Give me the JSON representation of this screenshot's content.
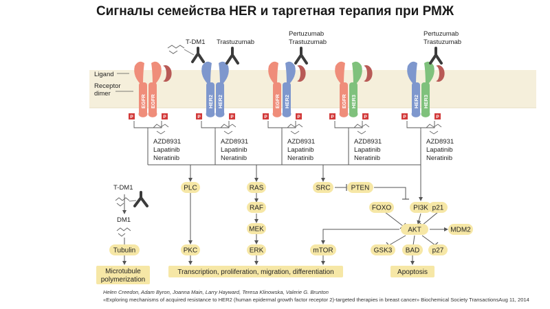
{
  "title": "Сигналы семейства HER и таргетная терапия при РМЖ",
  "labels": {
    "ligand": "Ligand",
    "receptor_dimer": [
      "Receptor",
      "dimer"
    ]
  },
  "drugs": {
    "tdm1": "T-DM1",
    "trastuzumab": "Trastuzumab",
    "pertuzumab": "Pertuzumab",
    "dm1": "DM1",
    "inhibitors": [
      "AZD8931",
      "Lapatinib",
      "Neratinib"
    ]
  },
  "dimers": [
    {
      "left": "EGFR",
      "right": "EGFR"
    },
    {
      "left": "HER2",
      "right": "HER2"
    },
    {
      "left": "EGFR",
      "right": "HER2"
    },
    {
      "left": "EGFR",
      "right": "HER3"
    },
    {
      "left": "HER2",
      "right": "HER3"
    }
  ],
  "phospho": "P",
  "pathways": {
    "plc": "PLC",
    "pkc": "PKC",
    "ras": "RAS",
    "raf": "RAF",
    "mek": "MEK",
    "erk": "ERK",
    "src": "SRC",
    "pten": "PTEN",
    "foxo": "FOXO",
    "pi3k": "PI3K",
    "p21": "p21",
    "akt": "AKT",
    "mdm2": "MDM2",
    "mtor": "mTOR",
    "gsk3": "GSK3",
    "bad": "BAD",
    "p27": "p27",
    "tubulin": "Tubulin"
  },
  "outcomes": {
    "microtubule": [
      "Microtubule",
      "polymerization"
    ],
    "transcription": "Transcription, proliferation, migration, differentiation",
    "apoptosis": "Apoptosis"
  },
  "citation": {
    "authors": "Helen Creedon, Adam Byron, Joanna Main, Larry Hayward, Teresa Klinowska, Valerie G. Brunton",
    "reference": "«Exploring mechanisms of acquired resistance to HER2 (human epidermal growth factor receptor 2)-targeted therapies in breast cancer» Biochemical Society TransactionsAug 11, 2014"
  },
  "colors": {
    "egfr": "#ef8d7a",
    "her2": "#7e97cd",
    "her3": "#7fc17c",
    "ligand": "#b85a56",
    "node": "#f6e7a6",
    "membrane": "#f5efdb",
    "phospho": "#d23a3a"
  }
}
